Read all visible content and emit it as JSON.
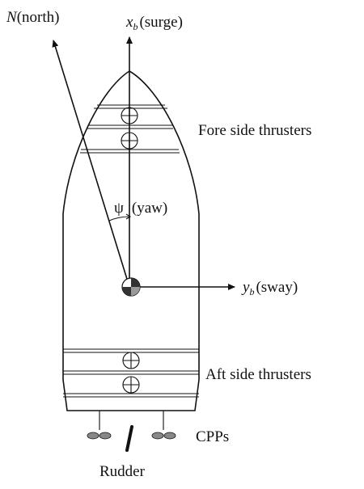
{
  "figure": {
    "north": {
      "symbol": "N",
      "text": "(north)"
    },
    "surge": {
      "symbol": "x",
      "subscript": "b",
      "text": "(surge)"
    },
    "sway": {
      "symbol": "y",
      "subscript": "b",
      "text": "(sway)"
    },
    "yaw": {
      "symbol": "ψ",
      "text": "(yaw)"
    },
    "fore_label": "Fore side thrusters",
    "aft_label": "Aft side thrusters",
    "cpp_label": "CPPs",
    "rudder_label": "Rudder"
  }
}
